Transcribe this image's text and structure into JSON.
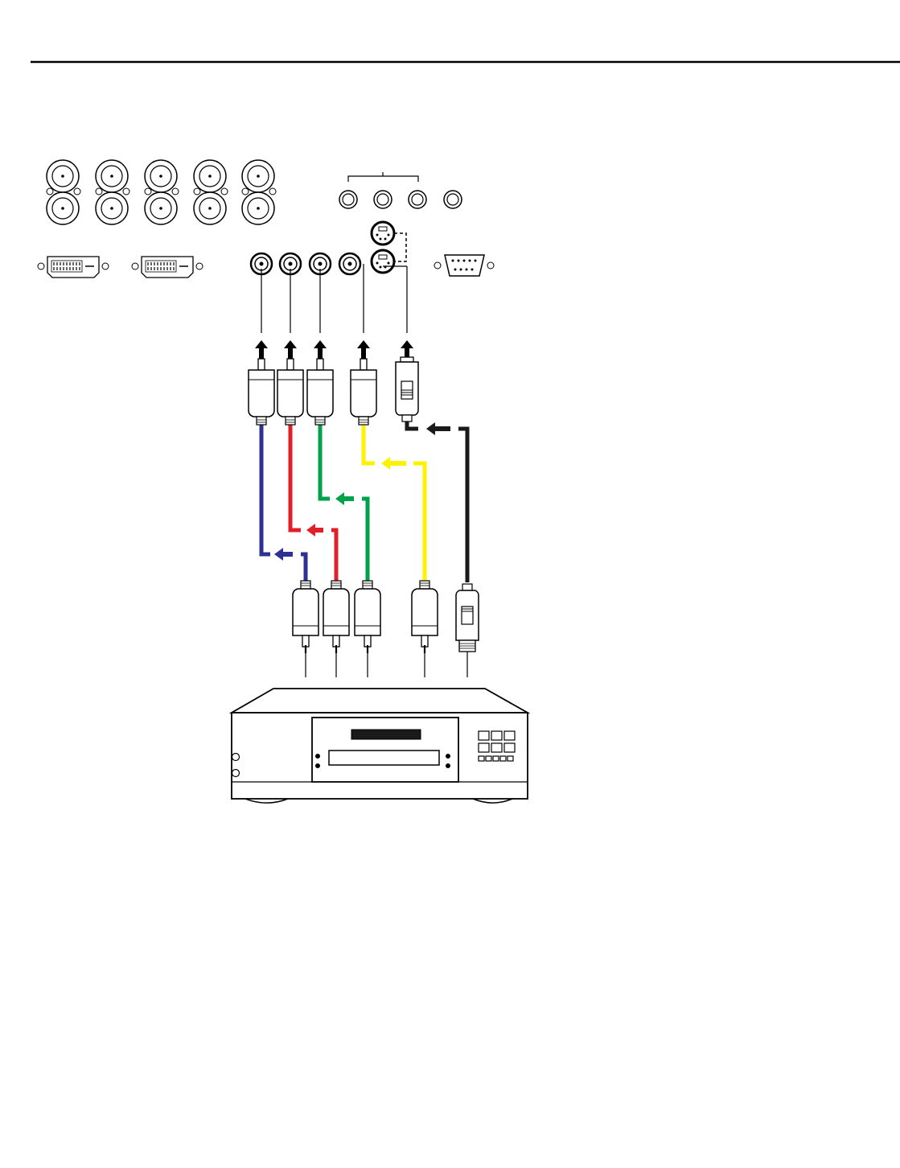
{
  "diagram": {
    "cable_colors": {
      "blue": "#2e3192",
      "red": "#e02027",
      "green": "#00a14b",
      "yellow": "#fff200",
      "black": "#1a1a1a"
    },
    "cables": [
      {
        "name": "blue-component-cable",
        "color": "blue",
        "connector": "rca"
      },
      {
        "name": "red-component-cable",
        "color": "red",
        "connector": "rca"
      },
      {
        "name": "green-component-cable",
        "color": "green",
        "connector": "rca"
      },
      {
        "name": "yellow-composite-cable",
        "color": "yellow",
        "connector": "rca"
      },
      {
        "name": "black-svideo-cable",
        "color": "black",
        "connector": "svideo"
      }
    ]
  }
}
